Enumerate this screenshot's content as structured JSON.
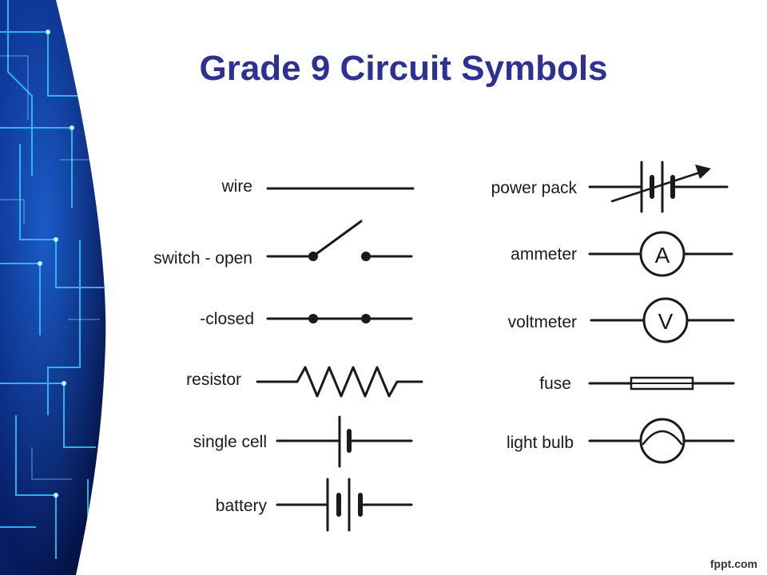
{
  "slide": {
    "title": "Grade 9 Circuit Symbols",
    "brand": "fppt.com"
  },
  "symbols": {
    "left": [
      "wire",
      "switch - open",
      "-closed",
      "resistor",
      "single cell",
      "battery"
    ],
    "right": [
      "power pack",
      "ammeter",
      "voltmeter",
      "fuse",
      "light bulb"
    ],
    "ammeter_letter": "A",
    "voltmeter_letter": "V"
  },
  "colors": {
    "title": "#2e3192",
    "panel_dark": "#071a5e",
    "panel_glow": "#35c8ff"
  }
}
